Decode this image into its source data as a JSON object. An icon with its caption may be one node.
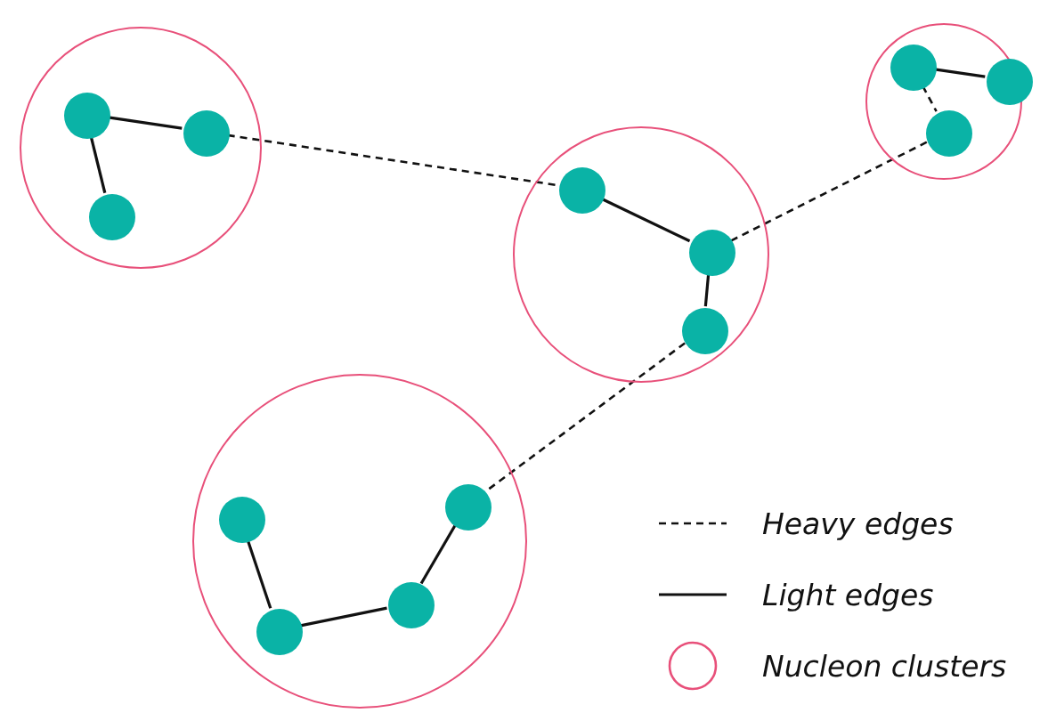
{
  "diagram": {
    "nodes": [
      {
        "text": [],
        "shape": "circle"
      },
      {
        "text": [],
        "shape": "circle",
        "in": 0
      },
      {
        "text": [],
        "shape": "circle",
        "in": 0
      },
      {
        "text": [],
        "shape": "circle",
        "in": 0
      },
      {
        "text": [],
        "shape": "circle"
      },
      {
        "text": [],
        "shape": "circle",
        "in": 4
      },
      {
        "text": [],
        "shape": "circle",
        "in": 4
      },
      {
        "text": [],
        "shape": "circle",
        "in": 4
      },
      {
        "text": [],
        "shape": "circle"
      },
      {
        "text": [],
        "shape": "circle",
        "in": 8
      },
      {
        "text": [],
        "shape": "circle",
        "in": 8
      },
      {
        "text": [],
        "shape": "circle",
        "in": 8
      },
      {
        "text": [],
        "shape": "circle"
      },
      {
        "text": [],
        "shape": "circle",
        "in": 12
      },
      {
        "text": [],
        "shape": "circle",
        "in": 12
      },
      {
        "text": [],
        "shape": "circle",
        "in": 12
      },
      {
        "text": [],
        "shape": "circle",
        "in": 12
      }
    ],
    "edges": [
      {
        "from": 1,
        "to": 2,
        "arrow": "none"
      },
      {
        "from": 1,
        "to": 3,
        "arrow": "none"
      },
      {
        "from": 2,
        "to": 9,
        "arrow": "none",
        "style": "dashed"
      },
      {
        "from": 5,
        "to": 6,
        "arrow": "none"
      },
      {
        "from": 5,
        "to": 7,
        "arrow": "none",
        "style": "dashed"
      },
      {
        "from": 7,
        "to": 10,
        "arrow": "none",
        "style": "dashed"
      },
      {
        "from": 9,
        "to": 10,
        "arrow": "none"
      },
      {
        "from": 10,
        "to": 11,
        "arrow": "none"
      },
      {
        "from": 11,
        "to": 16,
        "arrow": "none",
        "style": "dashed"
      },
      {
        "from": 13,
        "to": 14,
        "arrow": "none"
      },
      {
        "from": 14,
        "to": 15,
        "arrow": "none"
      },
      {
        "from": 15,
        "to": 16,
        "arrow": "none"
      }
    ],
    "legend": [
      {
        "text": "Heavy edges"
      },
      {
        "text": "Light edges"
      },
      {
        "text": "Nucleon clusters"
      }
    ]
  }
}
